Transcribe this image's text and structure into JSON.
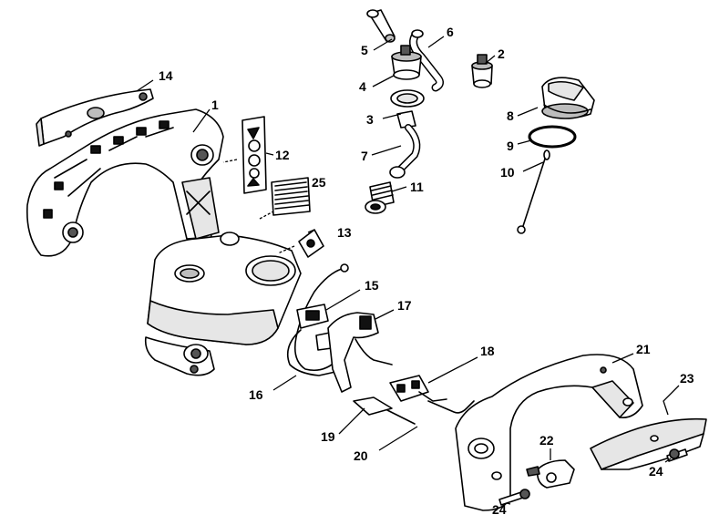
{
  "callouts": [
    "1",
    "2",
    "3",
    "4",
    "5",
    "6",
    "7",
    "8",
    "9",
    "10",
    "11",
    "12",
    "13",
    "14",
    "15",
    "16",
    "17",
    "18",
    "19",
    "20",
    "21",
    "22",
    "23",
    "24",
    "24",
    "25"
  ]
}
